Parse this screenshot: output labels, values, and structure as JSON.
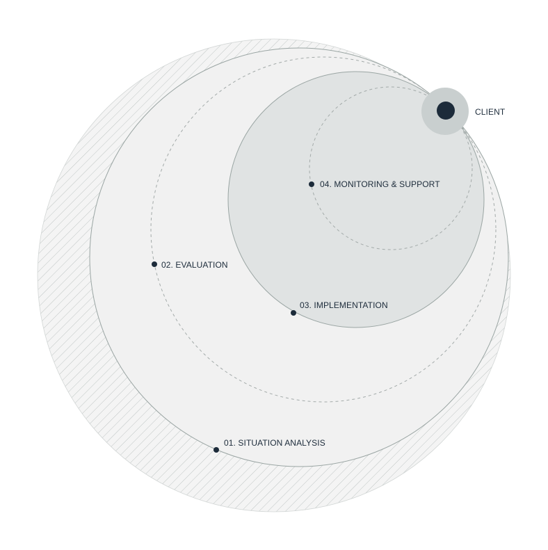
{
  "diagram": {
    "client_label": "CLIENT",
    "stages": [
      {
        "label": "01. SITUATION ANALYSIS"
      },
      {
        "label": "02. EVALUATION"
      },
      {
        "label": "03. IMPLEMENTATION"
      },
      {
        "label": "04. MONITORING & SUPPORT"
      }
    ]
  },
  "colors": {
    "dark": "#1c2b3a",
    "outline": "#9aa5a3",
    "hatch": "#b9c0bf",
    "light_fill": "#f1f1f1",
    "inner_fill": "#e0e3e3",
    "client_halo": "#c9cfcf",
    "dashed": "#a3aaa9"
  }
}
